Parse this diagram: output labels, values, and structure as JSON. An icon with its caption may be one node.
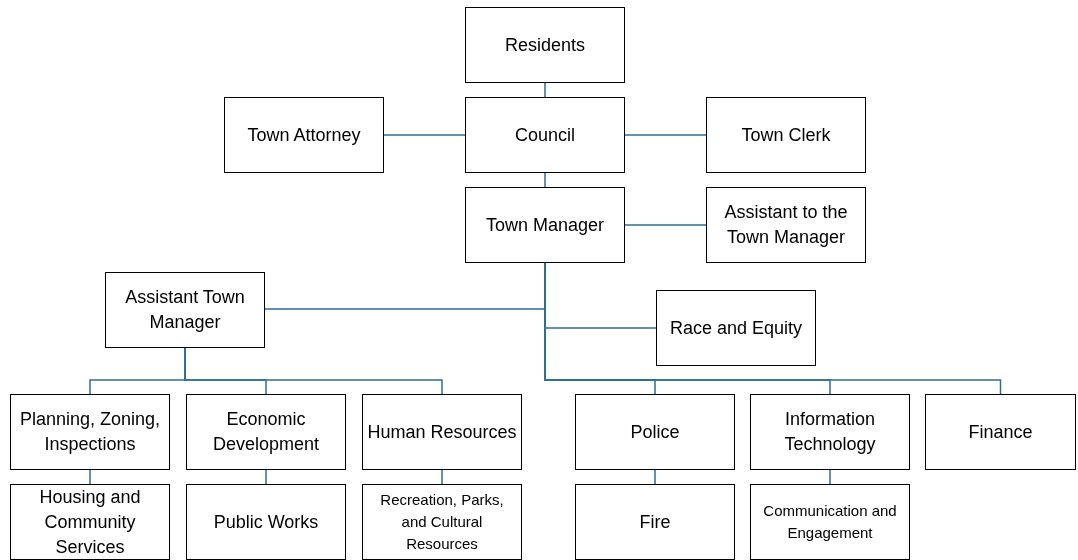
{
  "diagram": {
    "nodes": [
      {
        "text": [
          "Residents"
        ]
      },
      {
        "text": [
          "Council"
        ]
      },
      {
        "text": [
          "Town Attorney"
        ]
      },
      {
        "text": [
          "Town Clerk"
        ]
      },
      {
        "text": [
          "Town Manager"
        ]
      },
      {
        "text": [
          "Assistant to the Town Manager"
        ]
      },
      {
        "text": [
          "Assistant Town Manager"
        ]
      },
      {
        "text": [
          "Race and Equity"
        ]
      },
      {
        "text": [
          "Planning, Zoning, Inspections"
        ]
      },
      {
        "text": [
          "Economic Development"
        ]
      },
      {
        "text": [
          "Human Resources"
        ]
      },
      {
        "text": [
          "Police"
        ]
      },
      {
        "text": [
          "Information Technology"
        ]
      },
      {
        "text": [
          "Finance"
        ]
      },
      {
        "text": [
          "Housing and Community Services"
        ]
      },
      {
        "text": [
          "Public Works"
        ]
      },
      {
        "text": [
          "Recreation, Parks, and Cultural Resources"
        ]
      },
      {
        "text": [
          "Fire"
        ]
      },
      {
        "text": [
          "Communication and Engagement"
        ]
      }
    ],
    "edges": [
      {
        "from": 0,
        "to": 1,
        "arrow": "none"
      },
      {
        "from": 1,
        "to": 2,
        "arrow": "none"
      },
      {
        "from": 1,
        "to": 3,
        "arrow": "none"
      },
      {
        "from": 1,
        "to": 4,
        "arrow": "none"
      },
      {
        "from": 4,
        "to": 5,
        "arrow": "none"
      },
      {
        "from": 4,
        "to": 6,
        "arrow": "none"
      },
      {
        "from": 4,
        "to": 7,
        "arrow": "none"
      },
      {
        "from": 4,
        "to": 11,
        "arrow": "none"
      },
      {
        "from": 4,
        "to": 12,
        "arrow": "none"
      },
      {
        "from": 4,
        "to": 13,
        "arrow": "none"
      },
      {
        "from": 6,
        "to": 8,
        "arrow": "none"
      },
      {
        "from": 6,
        "to": 9,
        "arrow": "none"
      },
      {
        "from": 6,
        "to": 10,
        "arrow": "none"
      },
      {
        "from": 8,
        "to": 14,
        "arrow": "none"
      },
      {
        "from": 9,
        "to": 15,
        "arrow": "none"
      },
      {
        "from": 10,
        "to": 16,
        "arrow": "none"
      },
      {
        "from": 11,
        "to": 17,
        "arrow": "none"
      },
      {
        "from": 12,
        "to": 18,
        "arrow": "none"
      }
    ]
  }
}
